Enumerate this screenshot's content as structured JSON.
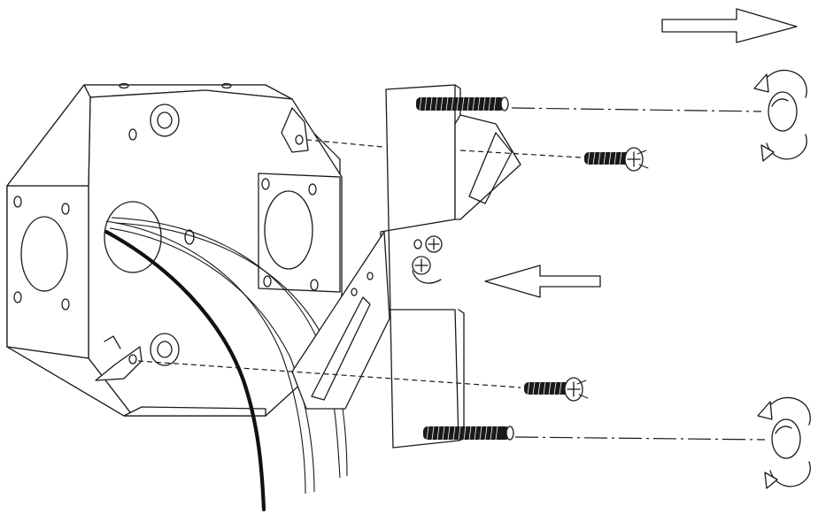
{
  "figure": {
    "description_label": "",
    "colors": {
      "line": "#1a1a1a",
      "background": "#ffffff",
      "wire": "#111111"
    },
    "icons": [
      "octagon-junction-box",
      "mounting-bracket",
      "box-screw",
      "threaded-stud",
      "rotation-arrow",
      "direction-arrow"
    ]
  }
}
